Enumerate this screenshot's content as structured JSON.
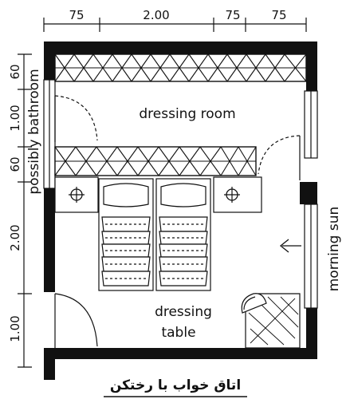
{
  "plan": {
    "top_dimensions": [
      "75",
      "2.00",
      "75",
      "75"
    ],
    "left_dimensions": [
      "60",
      "1.00",
      "60",
      "2.00",
      "1.00"
    ],
    "labels": {
      "dressing_room": "dressing room",
      "dressing": "dressing",
      "table": "table",
      "possibly_bathroom": "possibly bathroom",
      "morning_sun": "morning sun"
    },
    "title": "اتاق خواب با رختکن"
  }
}
